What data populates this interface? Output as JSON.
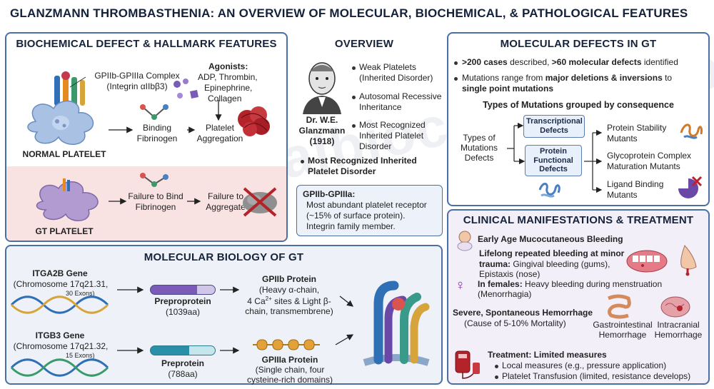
{
  "title": "GLANZMANN THROMBASTHENIA: AN OVERVIEW OF MOLECULAR, BIOCHEMICAL, & PATHOLOGICAL FEATURES",
  "biochem": {
    "title": "BIOCHEMICAL DEFECT & HALLMARK FEATURES",
    "complex_line1": "GPIIb-GPIIIa Complex",
    "complex_line2": "(Integrin αIIbβ3)",
    "agonists_title": "Agonists:",
    "agonists_line1": "ADP, Thrombin,",
    "agonists_line2": "Epinephrine,",
    "agonists_line3": "Collagen",
    "binding_line1": "Binding",
    "binding_line2": "Fibrinogen",
    "aggregation_line1": "Platelet",
    "aggregation_line2": "Aggregation",
    "normal_label": "NORMAL PLATELET",
    "fail_bind_line1": "Failure to Bind",
    "fail_bind_line2": "Fibrinogen",
    "fail_agg_line1": "Failure to",
    "fail_agg_line2": "Aggregate",
    "gt_label": "GT PLATELET"
  },
  "overview": {
    "title": "OVERVIEW",
    "portrait_name_line1": "Dr. W.E.",
    "portrait_name_line2": "Glanzmann",
    "portrait_year": "(1918)",
    "bullets": [
      {
        "line1": "Weak Platelets",
        "line2": "(Inherited Disorder)",
        "line3": ""
      },
      {
        "line1": "Autosomal Recessive",
        "line2": "Inheritance",
        "line3": ""
      },
      {
        "line1": "Most Recognized",
        "line2": "Inherited Platelet",
        "line3": "Disorder"
      }
    ],
    "bold_bullet_line1": "Most Recognized Inherited",
    "bold_bullet_line2": "Platelet Disorder",
    "box_title": "GPIIb-GPIIIa:",
    "box_line1": "Most abundant platelet receptor",
    "box_line2": "(~15% of surface protein).",
    "box_line3": "Integrin family member."
  },
  "molecular_defects": {
    "title": "MOLECULAR DEFECTS IN GT",
    "b1_bold1": ">200 cases",
    "b1_text1": " described, ",
    "b1_bold2": ">60 molecular defects",
    "b1_text2": " identified",
    "b2_text1": "Mutations range from ",
    "b2_bold1": "major deletions & inversions",
    "b2_text2": " to",
    "b2_bold2": "single point mutations",
    "types_title": "Types of Mutations grouped by consequence",
    "root_line1": "Types of",
    "root_line2": "Mutations",
    "root_line3": "Defects",
    "transcriptional_line1": "Transcriptional",
    "transcriptional_line2": "Defects",
    "protein_line1": "Protein",
    "protein_line2": "Functional",
    "protein_line3": "Defects",
    "leaf1_line1": "Protein Stability",
    "leaf1_line2": "Mutants",
    "leaf2_line1": "Glycoprotein Complex",
    "leaf2_line2": "Maturation Mutants",
    "leaf3_line1": "Ligand Binding",
    "leaf3_line2": "Mutants"
  },
  "molecular_biology": {
    "title": "MOLECULAR BIOLOGY OF GT",
    "itga2b_name": "ITGA2B Gene",
    "itga2b_chrom": "(Chromosome 17q21.31,",
    "itga2b_exons": "30 Exons)",
    "prepro_label": "Preproprotein",
    "prepro_aa": "(1039aa)",
    "gpiib_title": "GPIIb Protein",
    "gpiib_line1": "(Heavy α-chain,",
    "gpiib_line2a": "4 Ca",
    "gpiib_sup": "2+",
    "gpiib_line2b": " sites & Light β-",
    "gpiib_line3": "chain, transmembrene)",
    "itgb3_name": "ITGB3 Gene",
    "itgb3_chrom": "(Chromosome 17q21.32,",
    "itgb3_exons": "15 Exons)",
    "pro_label": "Preprotein",
    "pro_aa": "(788aa)",
    "gpiiia_title": "GPIIIa Protein",
    "gpiiia_line1": "(Single chain, four",
    "gpiiia_line2": "cysteine-rich domains)"
  },
  "clinical": {
    "title": "CLINICAL MANIFESTATIONS & TREATMENT",
    "early": "Early Age Mucocutaneous Bleeding",
    "lifelong_bold1": "Lifelong repeated bleeding at minor",
    "lifelong_bold2": "trauma:",
    "lifelong_text1": " Gingival bleeding (gums),",
    "lifelong_text2": "Epistaxis (nose)",
    "female_bold": "In females:",
    "female_text1": " Heavy bleeding during menstruation",
    "female_text2": "(Menorrhagia)",
    "severe": "Severe, Spontaneous Hemorrhage",
    "severe_sub": "(Cause of 5-10% Mortality)",
    "gi_line1": "Gastrointestinal",
    "gi_line2": "Hemorrhage",
    "ic_line1": "Intracranial",
    "ic_line2": "Hemorrhage",
    "treatment_title": "Treatment: Limited measures",
    "treatment_items": [
      "Local measures (e.g., pressure application)",
      "Platelet Transfusion (limited, resistance develops)"
    ]
  },
  "colors": {
    "panel_border": "#4a6fa5",
    "gt_band": "#f9e2e2",
    "molecular_bg": "#eef2f8",
    "clinical_bg": "#f3eff8",
    "blood_red": "#b4232a",
    "platelet_blue": "#a9c2e4"
  }
}
